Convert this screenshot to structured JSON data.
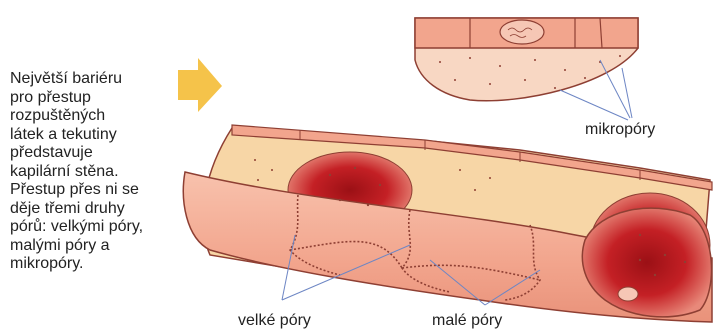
{
  "description": {
    "lines": [
      "Největší bariéru",
      "pro přestup",
      "rozpuštěných",
      "látek a tekutiny",
      "představuje",
      "kapilární stěna.",
      "Přestup přes ni se",
      "děje třemi druhy",
      "pórů: velkými póry,",
      "malými póry a",
      "mikropóry."
    ]
  },
  "labels": {
    "mikropory": "mikropóry",
    "velke_pory": "velké póry",
    "male_pory": "malé póry"
  },
  "colors": {
    "arrow": "#f5c34a",
    "wall": "#f2a58d",
    "wall_light": "#f8c6b2",
    "wall_outline": "#8e3f33",
    "lumen": "#f7d6a6",
    "blood_cell": "#c42025",
    "leader": "#6d86c4"
  }
}
